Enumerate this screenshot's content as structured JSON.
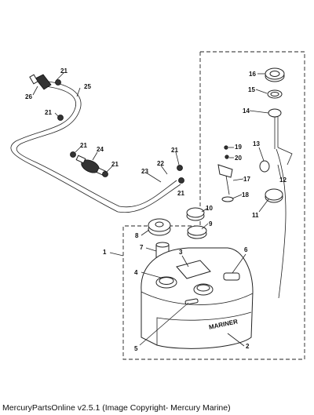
{
  "footer": "MercuryPartsOnline v2.5.1 (Image Copyright- Mercury Marine)",
  "tank_brand": "MARINER",
  "callouts": [
    "1",
    "2",
    "3",
    "4",
    "5",
    "6",
    "7",
    "8",
    "9",
    "10",
    "11",
    "12",
    "13",
    "14",
    "15",
    "16",
    "17",
    "18",
    "19",
    "20",
    "21",
    "21",
    "21",
    "21",
    "21",
    "21",
    "22",
    "23",
    "24",
    "25",
    "26"
  ]
}
